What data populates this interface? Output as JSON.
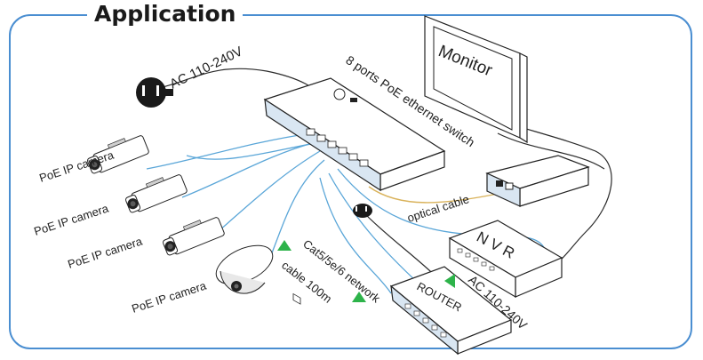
{
  "title": "Application",
  "labels": {
    "ac_top": "AC 110-240V",
    "switch": "8 ports PoE ethernet switch",
    "monitor": "Monitor",
    "camera1": "PoE IP camera",
    "camera2": "PoE IP camera",
    "camera3": "PoE IP camera",
    "camera4": "PoE IP camera",
    "optical": "optical cable",
    "nvr": "N V R",
    "ac_bottom": "AC 110-240V",
    "router": "ROUTER",
    "cable_line1": "Cat5/5e/6 network",
    "cable_line2": "cable 100m"
  },
  "colors": {
    "frame": "#4a8ed1",
    "cable": "#5aa6d8",
    "optical": "#d9b25a",
    "arrow": "#2db34a"
  }
}
